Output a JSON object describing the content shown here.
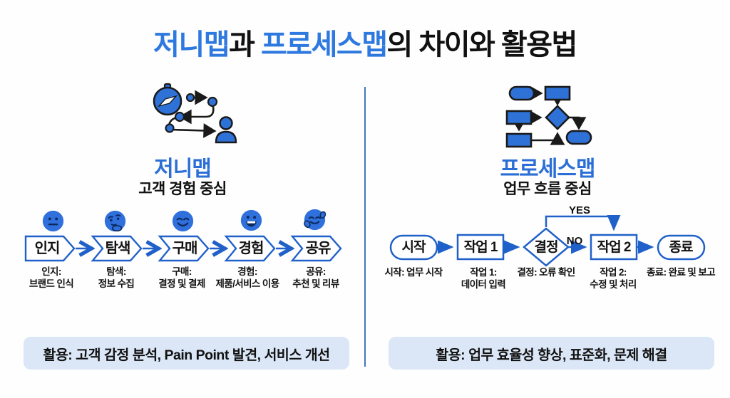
{
  "title": {
    "parts": [
      "저니맵",
      "과 ",
      "프로세스맵",
      "의 차이와 활용법"
    ]
  },
  "colors": {
    "accent_blue": "#2e79df",
    "shape_stroke_blue": "#2061c9",
    "icon_fill_blue": "#2e72d8",
    "usage_box_fill": "#dbe7f7",
    "divider_blue": "#4576c0"
  },
  "left": {
    "icon": "journey-map-compass-path-icon",
    "heading": "저니맵",
    "subheading": "고객 경험 중심",
    "stages": [
      {
        "emoji": "neutral-face",
        "label": "인지",
        "desc1": "인지:",
        "desc2": "브랜드 인식"
      },
      {
        "emoji": "thinking-face",
        "label": "탐색",
        "desc1": "탐색:",
        "desc2": "정보 수집"
      },
      {
        "emoji": "smiling-face",
        "label": "구매",
        "desc1": "구매:",
        "desc2": "결정 및 결제"
      },
      {
        "emoji": "grinning-face",
        "label": "경험",
        "desc1": "경험:",
        "desc2": "제품/서비스 이용"
      },
      {
        "emoji": "hugging-face",
        "label": "공유",
        "desc1": "공유:",
        "desc2": "추천 및 리뷰"
      }
    ],
    "usage": "활용: 고객 감정 분석, Pain Point 발견, 서비스 개선"
  },
  "right": {
    "icon": "flowchart-icon",
    "heading": "프로세스맵",
    "subheading": "업무 흐름 중심",
    "nodes": [
      {
        "shape": "stadium",
        "label": "시작",
        "desc1": "시작: 업무 시작",
        "desc2": ""
      },
      {
        "shape": "rect",
        "label": "작업 1",
        "desc1": "작업 1:",
        "desc2": "데이터 입력"
      },
      {
        "shape": "diamond",
        "label": "결정",
        "desc1": "결정: 오류 확인",
        "desc2": ""
      },
      {
        "shape": "rect",
        "label": "작업 2",
        "desc1": "작업 2:",
        "desc2": "수정 및 처리"
      },
      {
        "shape": "stadium",
        "label": "종료",
        "desc1": "종료: 완료 및 보고",
        "desc2": ""
      }
    ],
    "yes_label": "YES",
    "no_label": "NO",
    "usage": "활용: 업무 효율성 향상, 표준화, 문제 해결"
  }
}
